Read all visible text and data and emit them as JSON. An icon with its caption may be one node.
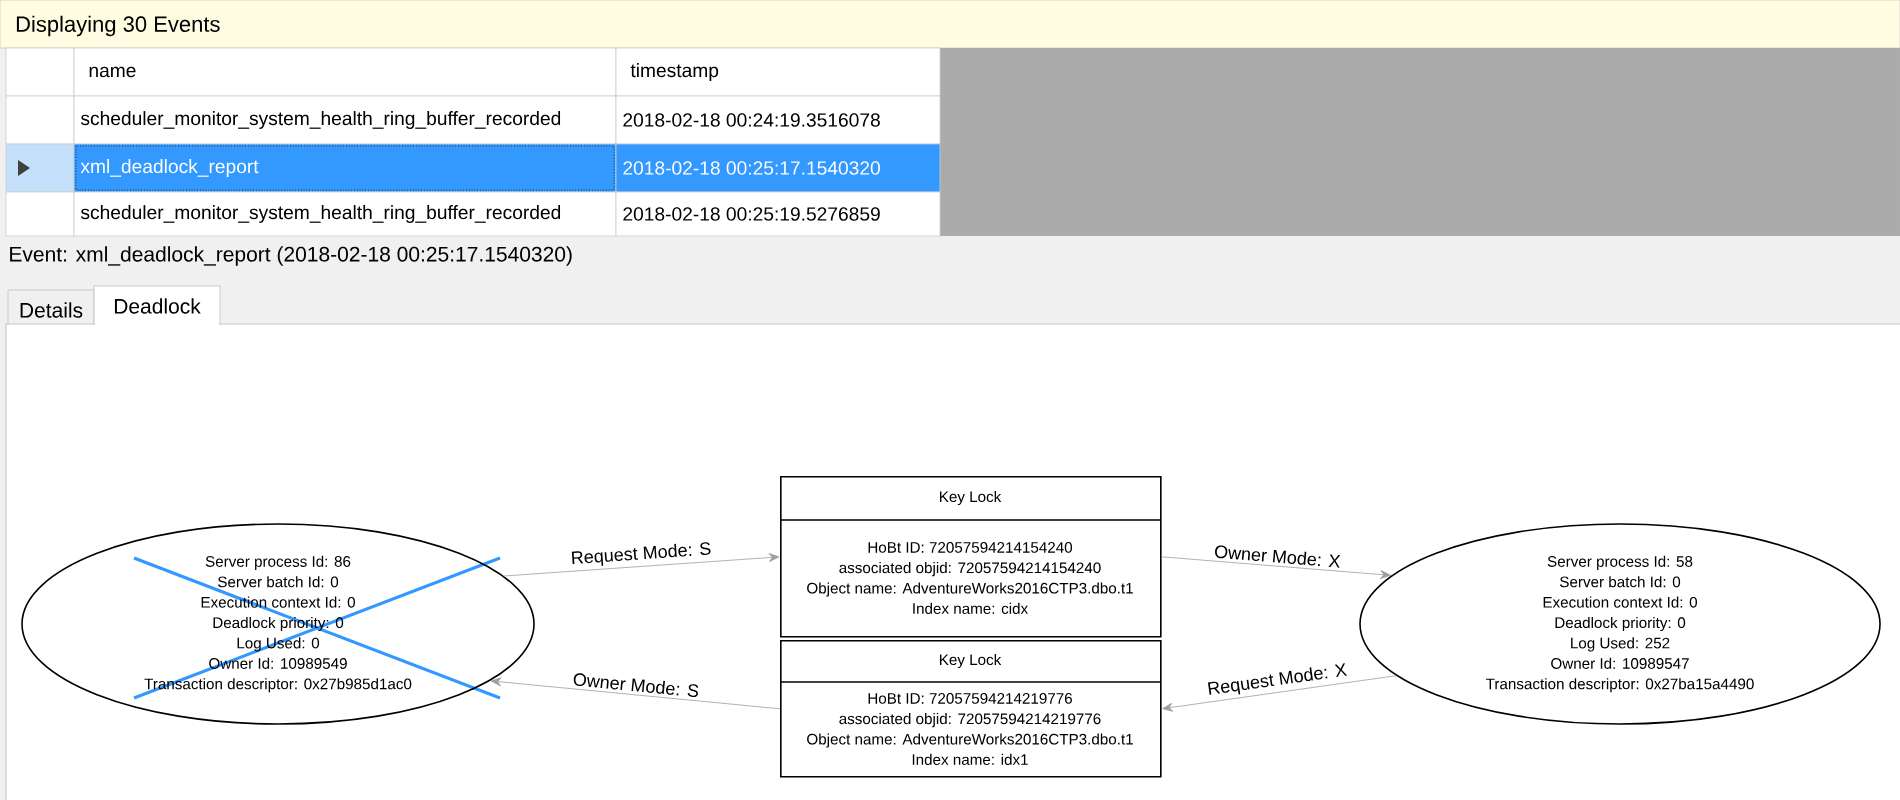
{
  "diagram": {
    "nodes": [
      {
        "text": [
          "Server process Id: 86",
          "Server batch Id: 0",
          "Execution context Id: 0",
          "Deadlock priority: 0",
          "Log Used: 0",
          "Owner Id: 10989549",
          "Transaction descriptor: 0x27b985d1ac0"
        ]
      },
      {
        "text": [
          "Key Lock",
          "HoBt ID: 72057594214154240",
          "associated objid: 72057594214154240",
          "Object name: AdventureWorks2016CTP3.dbo.t1",
          "Index name: cidx"
        ]
      },
      {
        "text": [
          "Key Lock",
          "HoBt ID: 72057594214219776",
          "associated objid: 72057594214219776",
          "Object name: AdventureWorks2016CTP3.dbo.t1",
          "Index name: idx1"
        ]
      },
      {
        "text": [
          "Server process Id: 58",
          "Server batch Id: 0",
          "Execution context Id: 0",
          "Deadlock priority: 0",
          "Log Used: 252",
          "Owner Id: 10989547",
          "Transaction descriptor: 0x27ba15a4490"
        ]
      }
    ],
    "edges": [
      {
        "from": 0,
        "to": 1,
        "arrow": "to",
        "label": "Request Mode: S"
      },
      {
        "from": 1,
        "to": 3,
        "arrow": "to",
        "label": "Owner Mode: X"
      },
      {
        "from": 3,
        "to": 2,
        "arrow": "to",
        "label": "Request Mode: X"
      },
      {
        "from": 2,
        "to": 0,
        "arrow": "to",
        "label": "Owner Mode: S"
      }
    ],
    "labels": [
      "Displaying 30 Events",
      "name",
      "timestamp",
      "scheduler_monitor_system_health_ring_buffer_recorded",
      "2018-02-18 00:24:19.3516078",
      "xml_deadlock_report",
      "2018-02-18 00:25:17.1540320",
      "scheduler_monitor_system_health_ring_buffer_recorded",
      "2018-02-18 00:25:19.5276859",
      "Event: xml_deadlock_report (2018-02-18 00:25:17.1540320)",
      "Details",
      "Deadlock"
    ]
  }
}
